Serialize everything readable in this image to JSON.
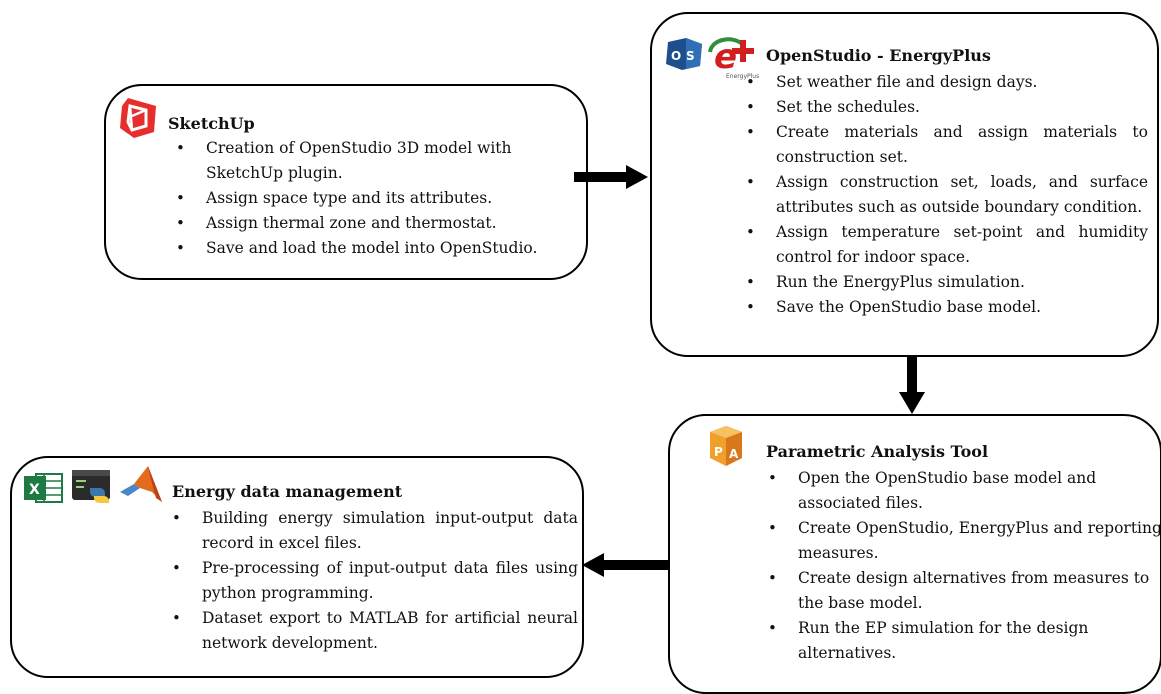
{
  "sketchup": {
    "title": "SketchUp",
    "items": [
      "Creation of OpenStudio 3D model with SketchUp plugin.",
      "Assign space type and its attributes.",
      "Assign thermal zone and thermostat.",
      "Save and load the model into OpenStudio."
    ]
  },
  "openstudio": {
    "title": "OpenStudio - EnergyPlus",
    "items": [
      "Set weather file and design days.",
      "Set the schedules.",
      "Create materials and assign materials to construction set.",
      "Assign construction set, loads, and surface attributes such as outside boundary condition.",
      "Assign temperature set-point and humidity control for indoor space.",
      "Run the EnergyPlus simulation.",
      "Save the OpenStudio base model."
    ]
  },
  "parametric": {
    "title": "Parametric Analysis Tool",
    "items": [
      "Open the OpenStudio base model and associated files.",
      "Create OpenStudio, EnergyPlus and reporting measures.",
      "Create design alternatives from measures to the base model.",
      "Run the EP simulation for the design alternatives."
    ]
  },
  "energy": {
    "title": "Energy data management",
    "items": [
      "Building energy simulation input-output data record in excel files.",
      "Pre-processing of input-output data files using python programming.",
      "Dataset export to MATLAB for artificial neural network development."
    ]
  },
  "icons": {
    "sketchup": "sketchup-icon",
    "openstudio": "openstudio-icon",
    "energyplus": "energyplus-icon",
    "energyplus_caption": "EnergyPlus",
    "pat": "parametric-analysis-tool-icon",
    "excel": "excel-icon",
    "python": "python-icon",
    "matlab": "matlab-icon"
  }
}
